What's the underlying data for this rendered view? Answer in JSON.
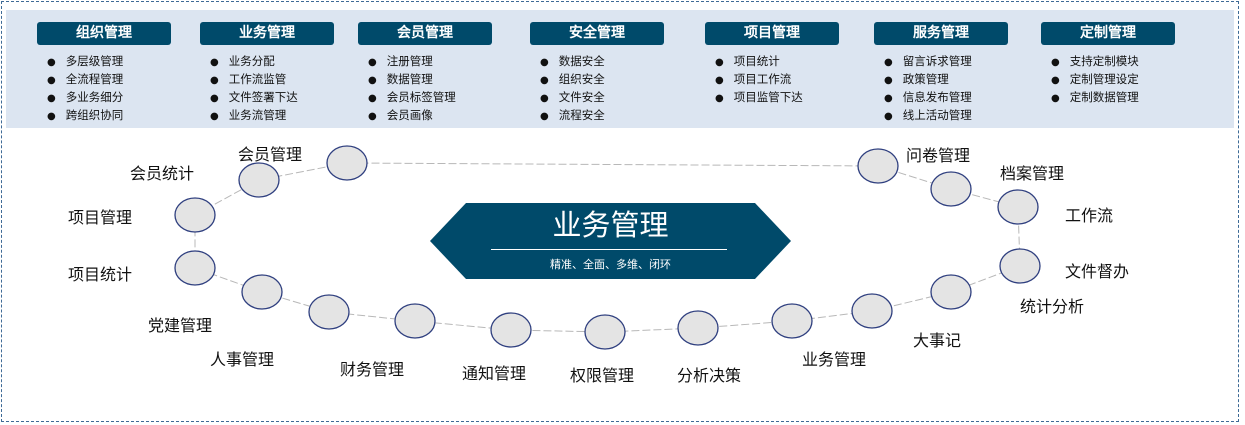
{
  "categories": [
    {
      "title": "组织管理",
      "items": [
        "多层级管理",
        "全流程管理",
        "多业务细分",
        "跨组织协同"
      ]
    },
    {
      "title": "业务管理",
      "items": [
        "业务分配",
        "工作流监管",
        "文件签署下达",
        "业务流管理"
      ]
    },
    {
      "title": "会员管理",
      "items": [
        "注册管理",
        "数据管理",
        "会员标签管理",
        "会员画像"
      ]
    },
    {
      "title": "安全管理",
      "items": [
        "数据安全",
        "组织安全",
        "文件安全",
        "流程安全"
      ]
    },
    {
      "title": "项目管理",
      "items": [
        "项目统计",
        "项目工作流",
        "项目监管下达"
      ]
    },
    {
      "title": "服务管理",
      "items": [
        "留言诉求管理",
        "政策管理",
        "信息发布管理",
        "线上活动管理"
      ]
    },
    {
      "title": "定制管理",
      "items": [
        "支持定制模块",
        "定制管理设定",
        "定制数据管理"
      ]
    }
  ],
  "center": {
    "title": "业务管理",
    "subtitle": "精准、全面、多维、闭环"
  },
  "nodes": [
    "会员管理",
    "会员统计",
    "项目管理",
    "项目统计",
    "党建管理",
    "人事管理",
    "财务管理",
    "通知管理",
    "权限管理",
    "分析决策",
    "业务管理",
    "大事记",
    "统计分析",
    "文件督办",
    "工作流",
    "档案管理",
    "问卷管理"
  ],
  "colors": {
    "primary": "#004a6a",
    "panel": "#dce5f1",
    "node_fill": "#e4e4e4",
    "node_stroke": "#2f3f7f"
  }
}
